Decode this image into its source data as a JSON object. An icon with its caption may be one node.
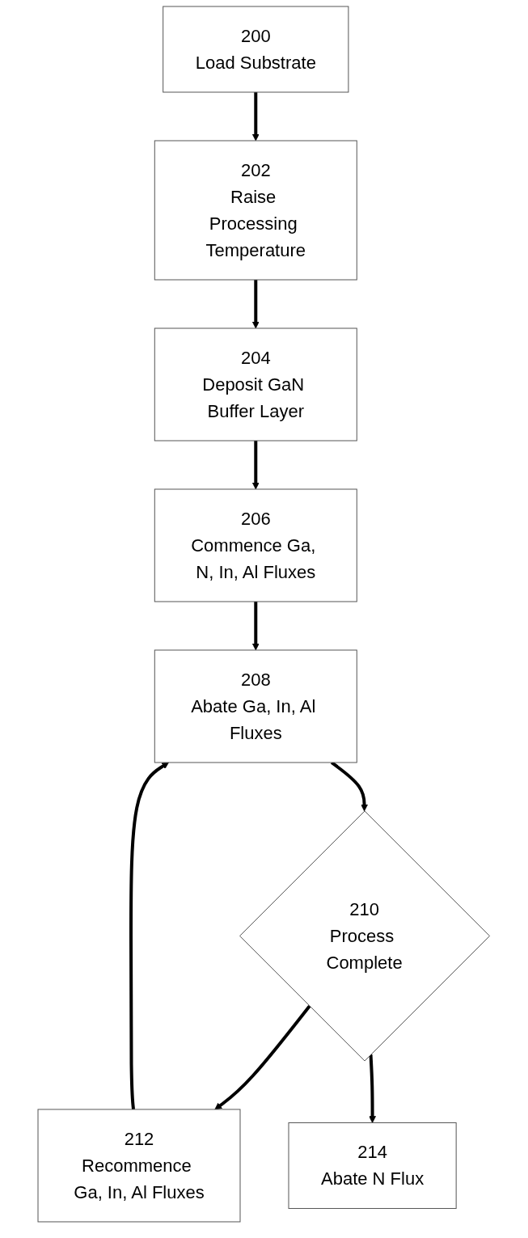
{
  "diagram": {
    "nodes": [
      {
        "text": [
          "200",
          "Load Substrate"
        ]
      },
      {
        "text": [
          "202",
          "Raise Processing Temperature"
        ]
      },
      {
        "text": [
          "204",
          "Deposit GaN Buffer Layer"
        ]
      },
      {
        "text": [
          "206",
          "Commence Ga, N, In, Al Fluxes"
        ]
      },
      {
        "text": [
          "208",
          "Abate Ga, In, Al Fluxes"
        ]
      },
      {
        "text": [
          "210",
          "Process Complete"
        ]
      },
      {
        "text": [
          "212",
          "Recommence Ga, In, Al Fluxes"
        ]
      },
      {
        "text": [
          "214",
          "Abate N Flux"
        ]
      }
    ],
    "edges": [
      {
        "from": 0,
        "to": 1,
        "arrow": "to"
      },
      {
        "from": 1,
        "to": 2,
        "arrow": "to"
      },
      {
        "from": 2,
        "to": 3,
        "arrow": "to"
      },
      {
        "from": 3,
        "to": 4,
        "arrow": "to"
      },
      {
        "from": 4,
        "to": 5,
        "arrow": "to"
      },
      {
        "from": 5,
        "to": 6,
        "arrow": "to"
      },
      {
        "from": 6,
        "to": 4,
        "arrow": "to"
      },
      {
        "from": 5,
        "to": 7,
        "arrow": "to"
      }
    ]
  }
}
